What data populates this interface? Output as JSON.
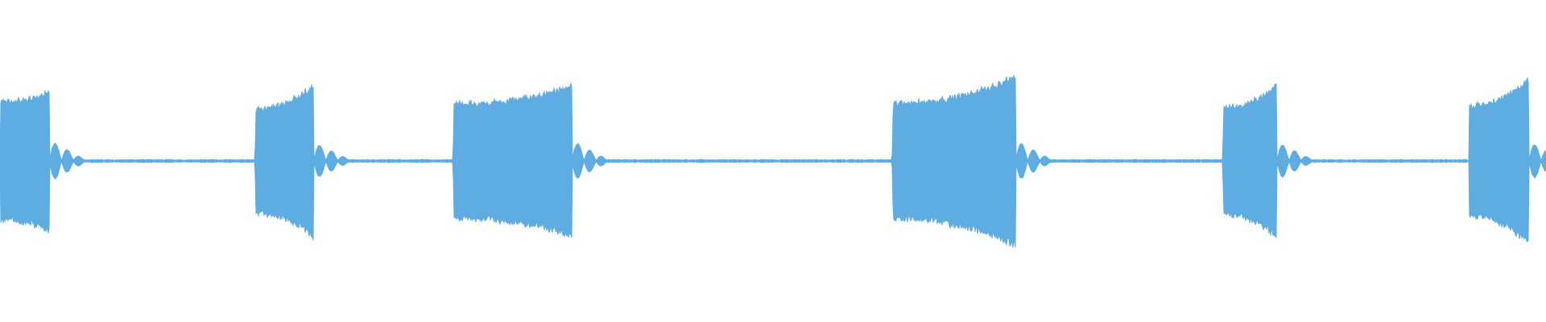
{
  "waveform": {
    "color": "#5dade2",
    "background": "#ffffff",
    "silence_level": 0.012,
    "segments": [
      {
        "start": 0.0,
        "end": 0.032,
        "kind": "mid-note",
        "level": 0.62,
        "peak": 0.72
      },
      {
        "start": 0.165,
        "end": 0.203,
        "kind": "note",
        "level": 0.55,
        "peak": 0.8
      },
      {
        "start": 0.293,
        "end": 0.37,
        "kind": "note",
        "level": 0.6,
        "peak": 0.78
      },
      {
        "start": 0.577,
        "end": 0.657,
        "kind": "note",
        "level": 0.61,
        "peak": 0.88
      },
      {
        "start": 0.791,
        "end": 0.826,
        "kind": "note",
        "level": 0.56,
        "peak": 0.8
      },
      {
        "start": 0.95,
        "end": 0.989,
        "kind": "note",
        "level": 0.58,
        "peak": 0.86
      }
    ]
  }
}
